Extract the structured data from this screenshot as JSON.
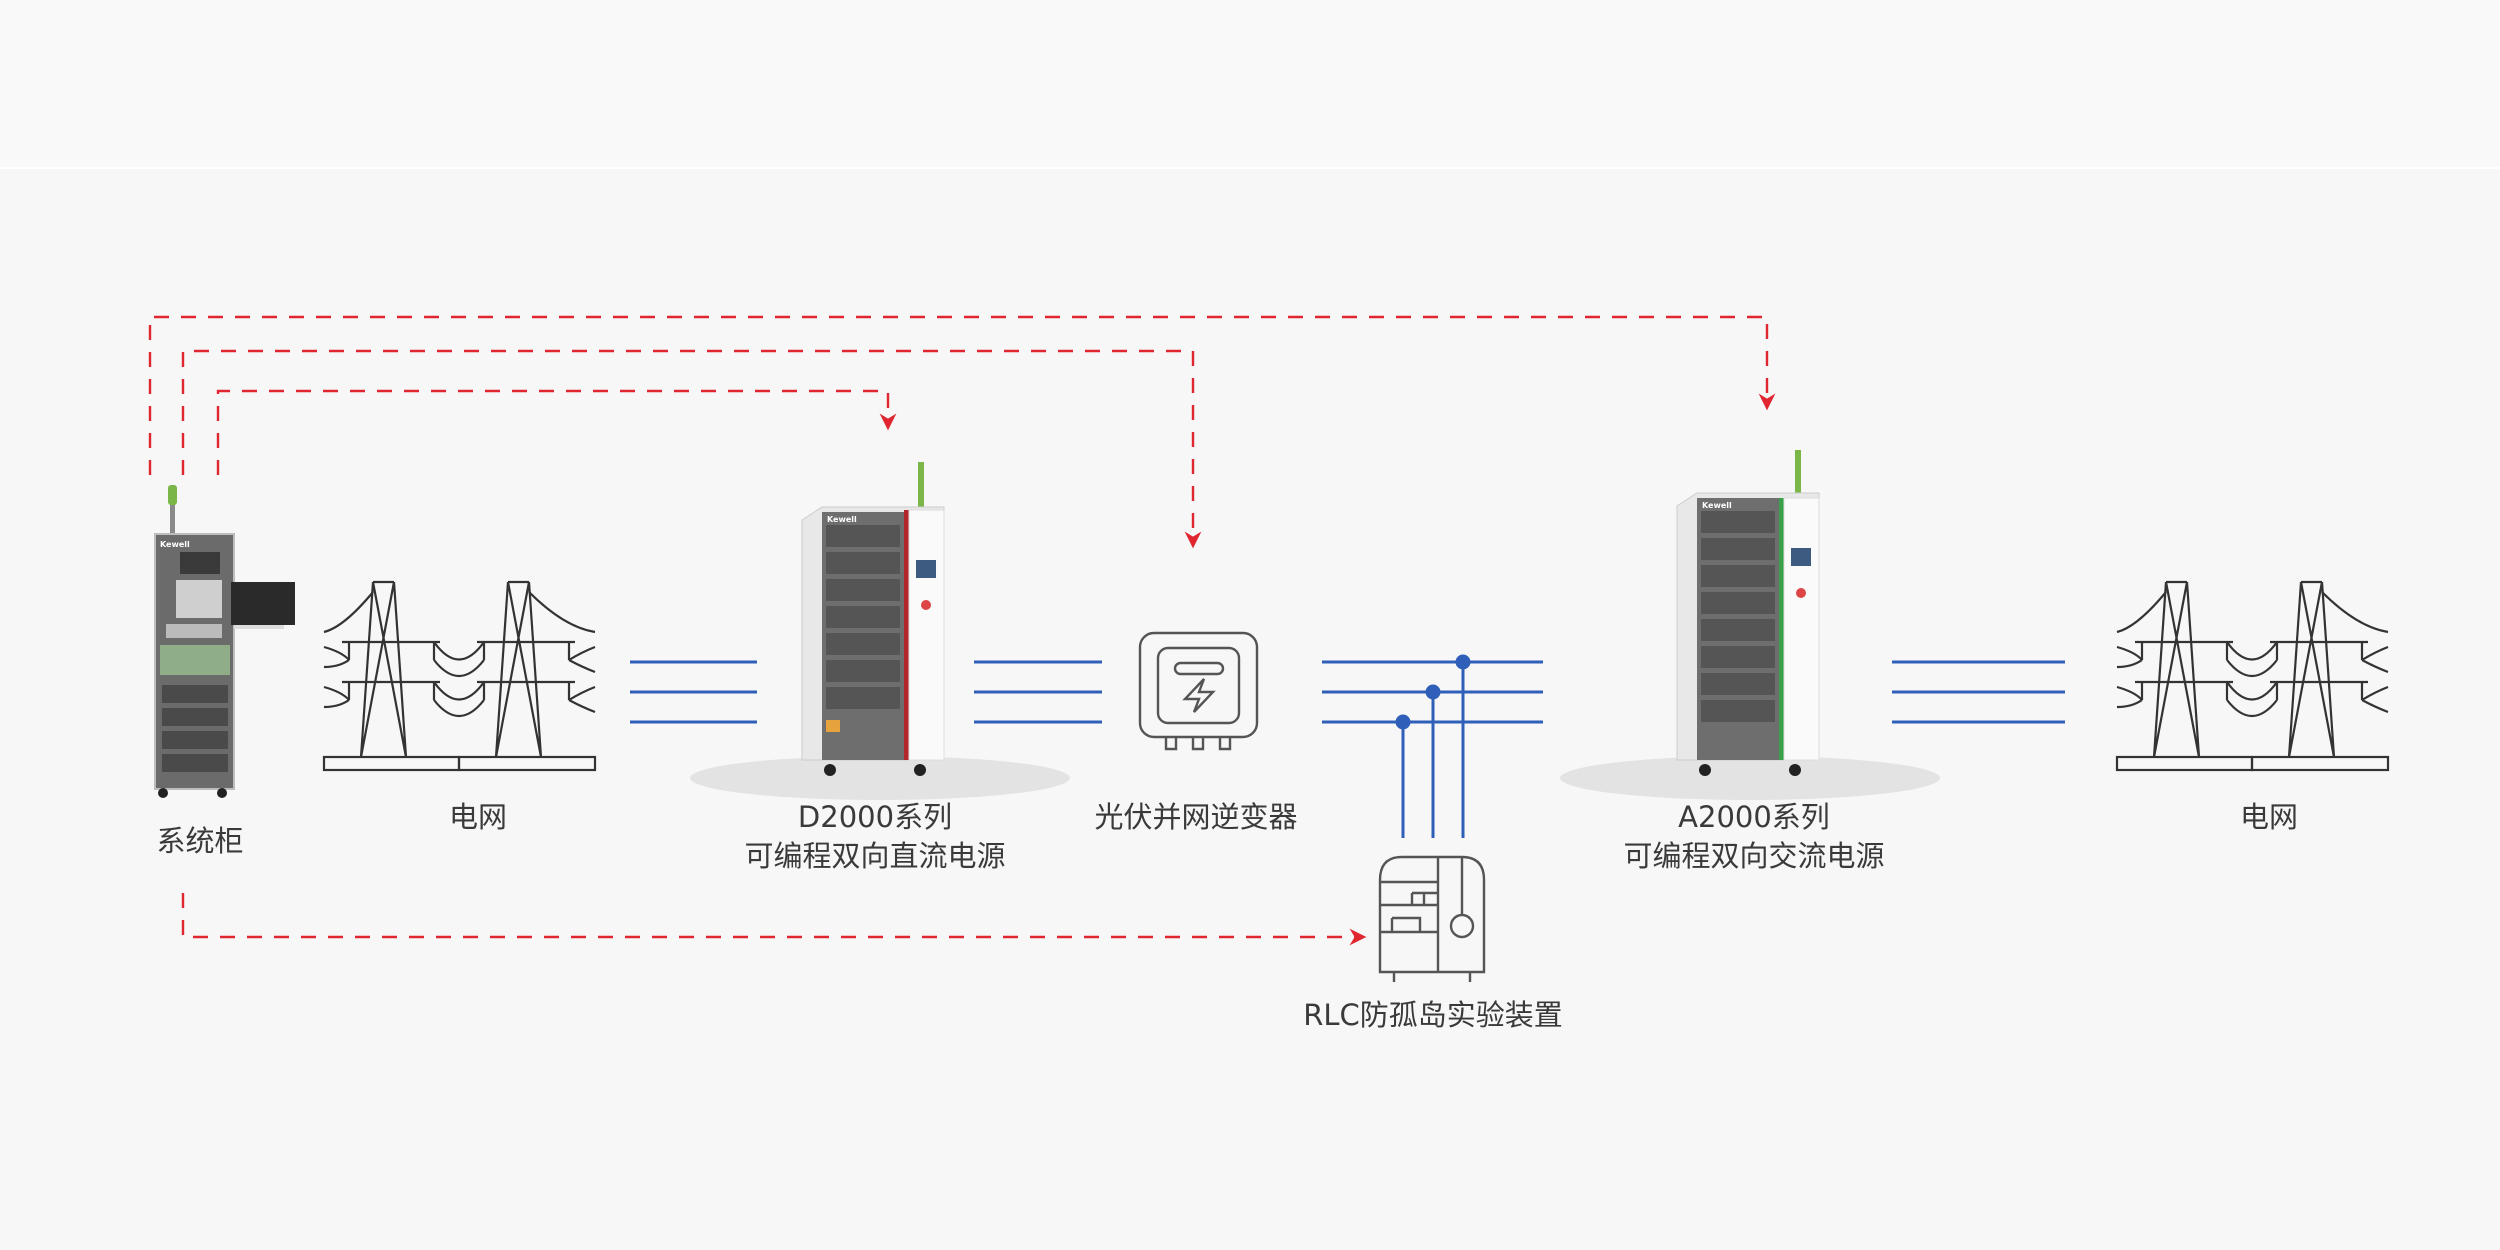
{
  "colors": {
    "control_line": "#e0262e",
    "power_line": "#2f5fb8",
    "icon_stroke": "#555555",
    "text": "#3a3a3a",
    "background": "#f7f7f8"
  },
  "nodes": {
    "system_cabinet": {
      "label": "系统柜",
      "brand": "Kewell"
    },
    "grid_left": {
      "label": "电网",
      "icon": "power-tower-icon"
    },
    "dc_source": {
      "line1": "D2000系列",
      "line2": "可编程双向直流电源",
      "brand": "Kewell"
    },
    "inverter": {
      "label": "光伏并网逆变器",
      "icon": "inverter-icon"
    },
    "rlc": {
      "label": "RLC防孤岛实验装置",
      "icon": "rlc-device-icon"
    },
    "ac_source": {
      "line1": "A2000系列",
      "line2": "可编程双向交流电源",
      "brand": "Kewell"
    },
    "grid_right": {
      "label": "电网",
      "icon": "power-tower-icon"
    }
  },
  "connections": [
    {
      "from": "system_cabinet",
      "to": "dc_source",
      "type": "control"
    },
    {
      "from": "system_cabinet",
      "to": "inverter",
      "type": "control"
    },
    {
      "from": "system_cabinet",
      "to": "ac_source",
      "type": "control"
    },
    {
      "from": "system_cabinet",
      "to": "rlc",
      "type": "control"
    },
    {
      "from": "grid_left",
      "to": "dc_source",
      "type": "power"
    },
    {
      "from": "dc_source",
      "to": "inverter",
      "type": "power"
    },
    {
      "from": "inverter",
      "to": "ac_source",
      "type": "power"
    },
    {
      "from": "rlc",
      "to": "inverter-ac-bus",
      "type": "power"
    },
    {
      "from": "ac_source",
      "to": "grid_right",
      "type": "power"
    }
  ]
}
